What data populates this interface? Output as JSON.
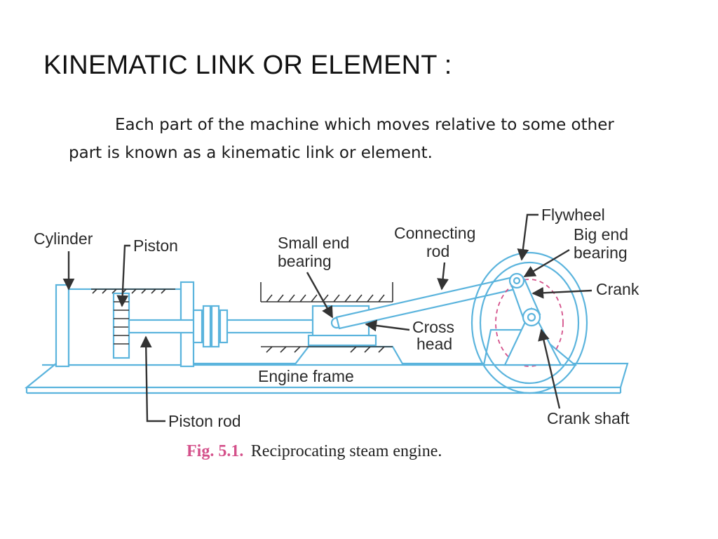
{
  "slide": {
    "title": "KINEMATIC LINK OR ELEMENT :",
    "body_line1": "Each part of the machine which moves relative to some other",
    "body_line2": "part is known as a kinematic link or element."
  },
  "figure": {
    "labels": {
      "cylinder": "Cylinder",
      "piston": "Piston",
      "small_end_1": "Small end",
      "small_end_2": "bearing",
      "connecting_1": "Connecting",
      "connecting_2": "rod",
      "flywheel": "Flywheel",
      "big_end_1": "Big end",
      "big_end_2": "bearing",
      "crank": "Crank",
      "cross_1": "Cross",
      "cross_2": "head",
      "engine_frame": "Engine frame",
      "piston_rod": "Piston rod",
      "crank_shaft": "Crank shaft"
    },
    "caption_number": "Fig. 5.1.",
    "caption_text": "Reciprocating steam engine."
  },
  "colors": {
    "line_art": "#5bb4dd",
    "arrows": "#333333",
    "caption_accent": "#d4508a",
    "crank_circle": "#d4508a"
  }
}
